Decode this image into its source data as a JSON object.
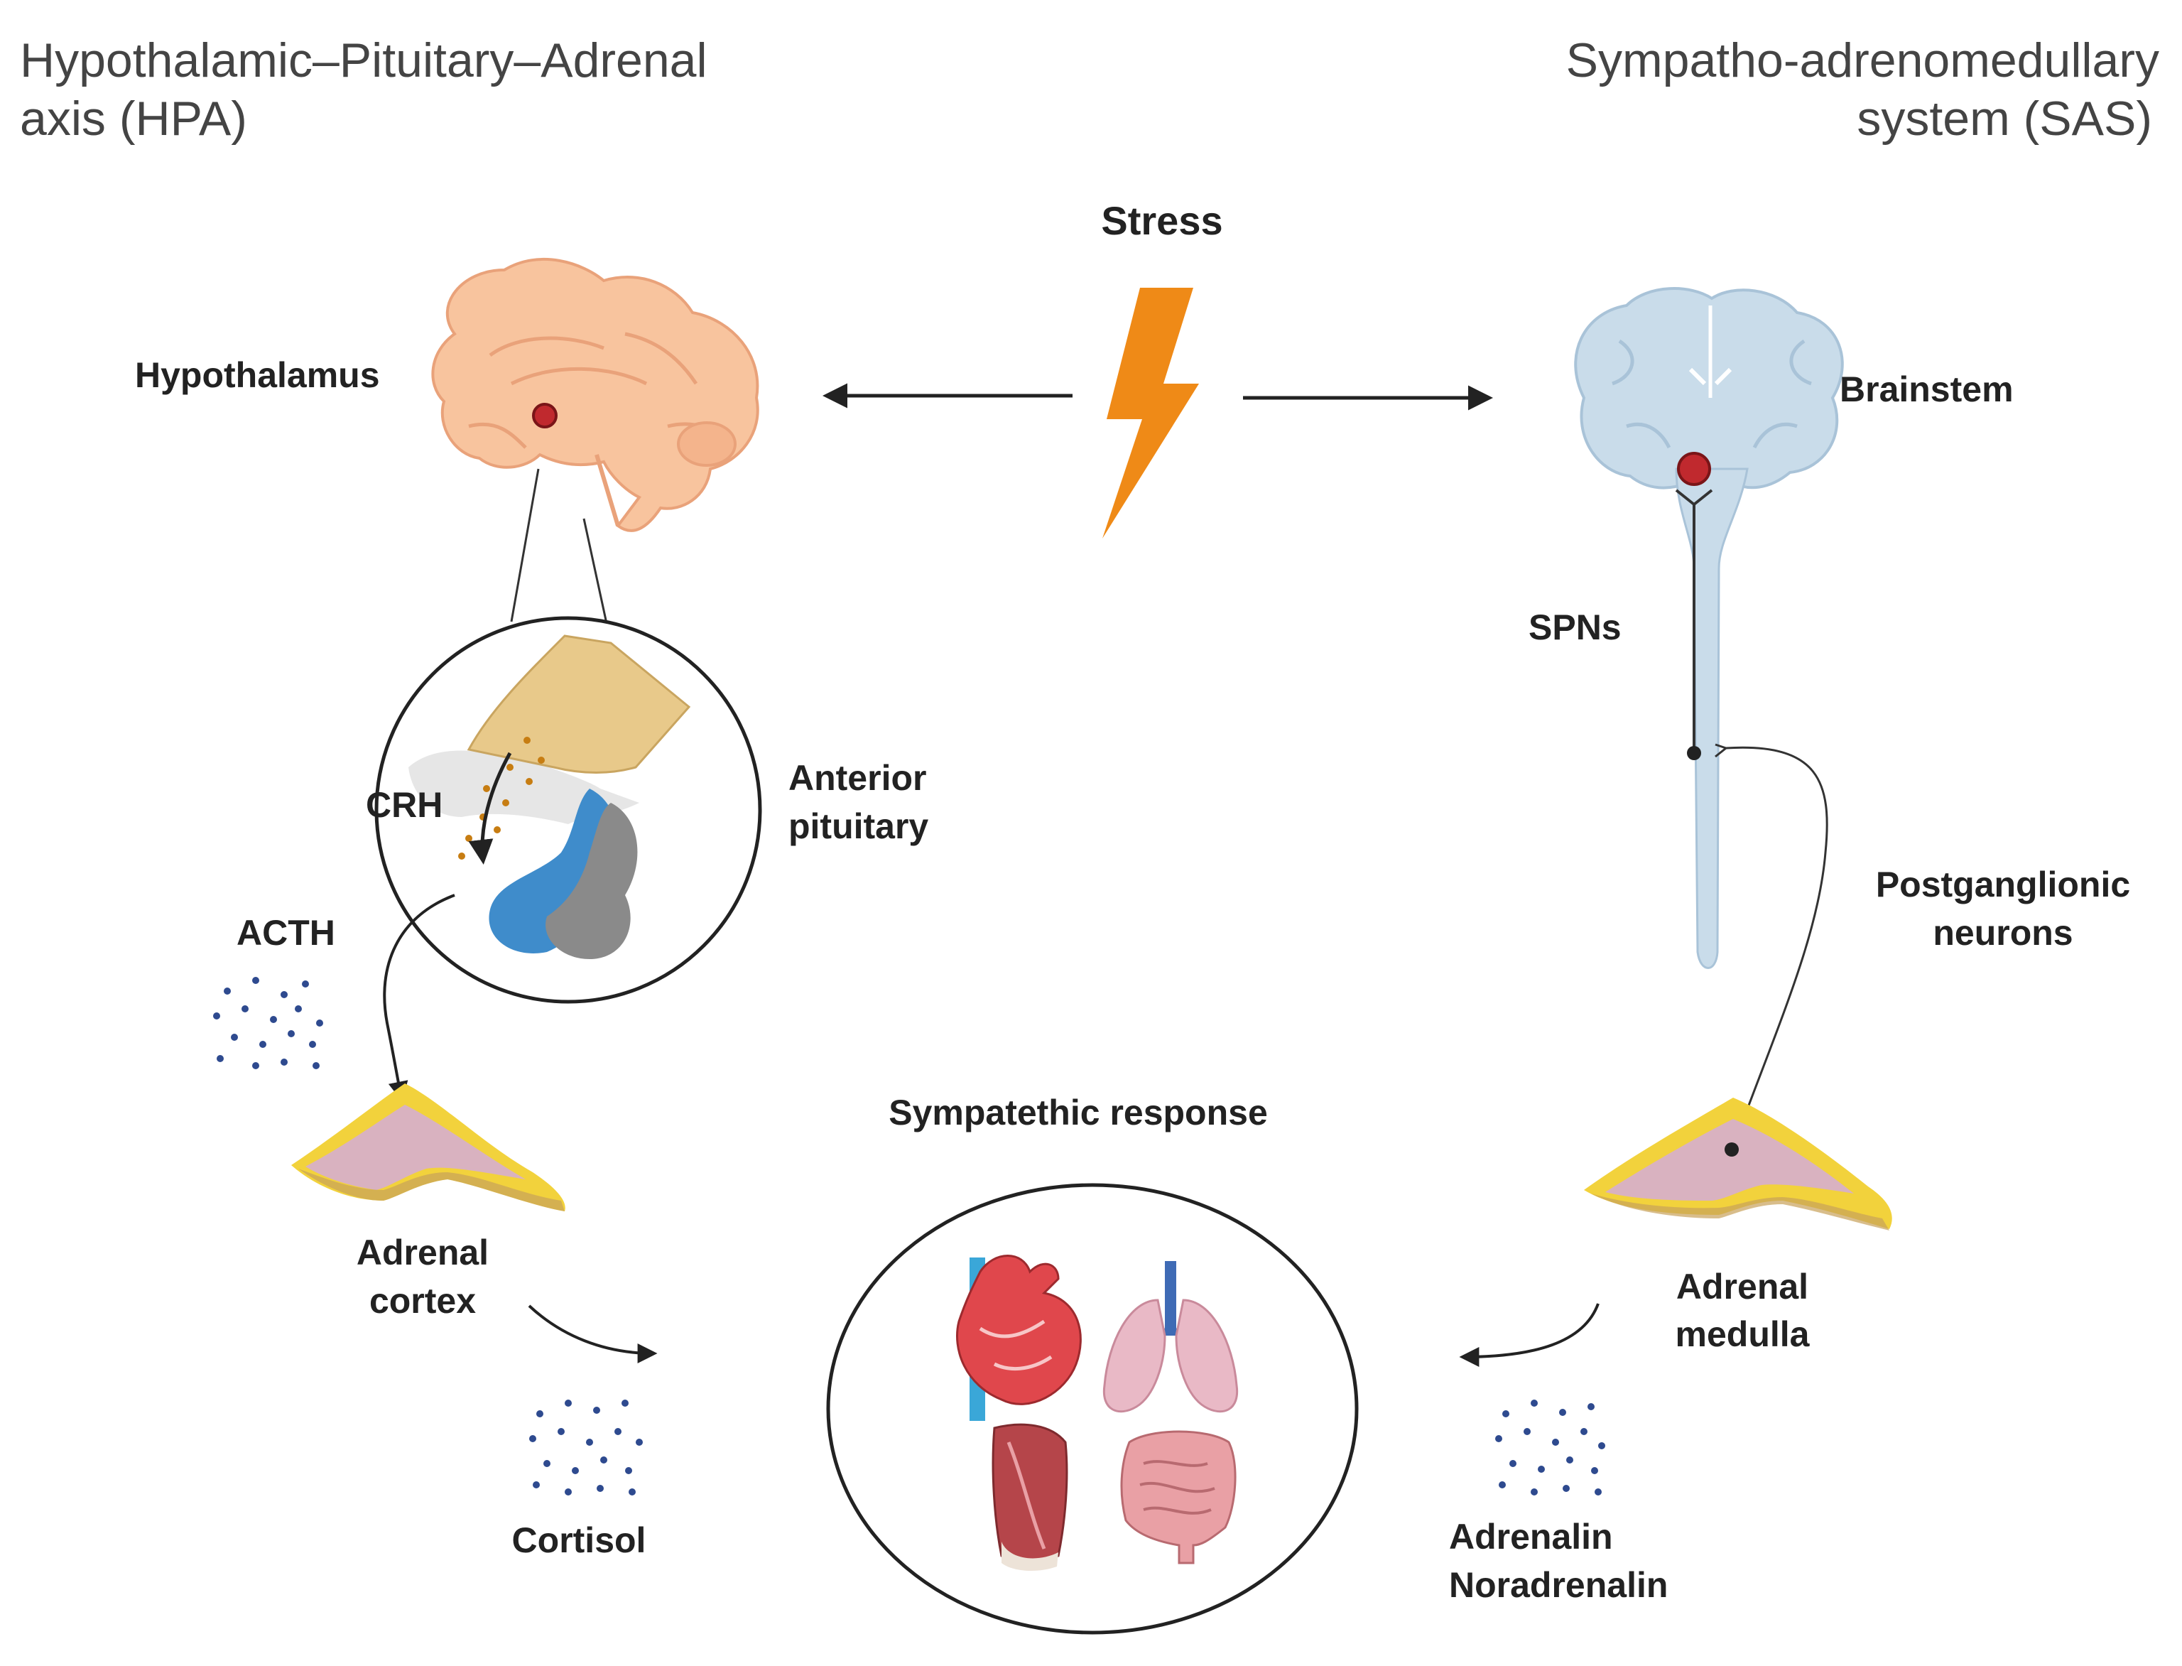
{
  "titles": {
    "hpa_line1": "Hypothalamic–Pituitary–Adrenal",
    "hpa_line2": "axis (HPA)",
    "sas_line1": "Sympatho-adrenomedullary",
    "sas_line2": "system (SAS)"
  },
  "labels": {
    "stress": "Stress",
    "hypothalamus": "Hypothalamus",
    "brainstem": "Brainstem",
    "spns": "SPNs",
    "crh": "CRH",
    "anterior_pituitary_1": "Anterior",
    "anterior_pituitary_2": "pituitary",
    "acth": "ACTH",
    "postganglionic_1": "Postganglionic",
    "postganglionic_2": "neurons",
    "sympathetic_response": "Sympatethic response",
    "adrenal_cortex_1": "Adrenal",
    "adrenal_cortex_2": "cortex",
    "adrenal_medulla_1": "Adrenal",
    "adrenal_medulla_2": "medulla",
    "cortisol": "Cortisol",
    "adrenalin": "Adrenalin",
    "noradrenalin": "Noradrenalin"
  },
  "colors": {
    "lightning": "#ef8a17",
    "brain_hpa": "#f8c49e",
    "brain_sas": "#c9dcea",
    "nucleus": "#c0292e",
    "pituitary_anterior": "#3f8ccb",
    "pituitary_posterior": "#8a8a8a",
    "hypothalamus_tissue": "#e8c98a",
    "adrenal_outer": "#f2d23c",
    "adrenal_inner": "#d9b2c0",
    "hormone_dots": "#2e4a8f",
    "crh_dots": "#c77d12",
    "heart": "#e0474c",
    "lungs": "#e9b9c6",
    "muscle": "#b5454a",
    "intestine": "#e9a0a5"
  }
}
